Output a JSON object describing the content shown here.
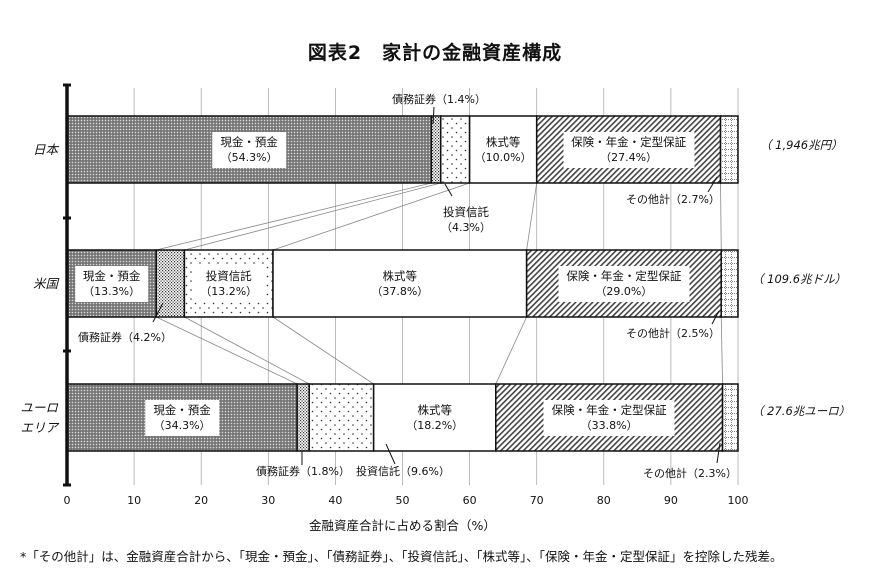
{
  "title": "図表2　家計の金融資産構成",
  "xlabel": "金融資産合計に占める割合（%）",
  "footnote": "*「その他計」は、金融資産合計から、「現金・預金」、「債務証券」、「投資信託」、「株式等」、「保険・年金・定型保証」を控除した残差。",
  "x_ticks": [
    "0",
    "10",
    "20",
    "30",
    "40",
    "50",
    "60",
    "70",
    "80",
    "90",
    "100"
  ],
  "rows": [
    {
      "category": "日本",
      "category_lines": [
        "日本"
      ],
      "total": "（ 1,946兆円）",
      "labels": {
        "cash": {
          "name": "現金・預金",
          "pct": "（54.3%）"
        },
        "bonds": {
          "name": "債務証券",
          "pct": "（1.4%）",
          "text": "債務証券（1.4%）"
        },
        "funds": {
          "name": "投資信託",
          "pct": "（4.3%）"
        },
        "equity": {
          "name": "株式等",
          "pct": "（10.0%）"
        },
        "insurance": {
          "name": "保険・年金・定型保証",
          "pct": "（27.4%）"
        },
        "other": {
          "text": "その他計（2.7%）"
        }
      }
    },
    {
      "category": "米国",
      "category_lines": [
        "米国"
      ],
      "total": "（ 109.6兆ドル）",
      "labels": {
        "cash": {
          "name": "現金・預金",
          "pct": "（13.3%）"
        },
        "bonds": {
          "text": "債務証券（4.2%）"
        },
        "funds": {
          "name": "投資信託",
          "pct": "（13.2%）"
        },
        "equity": {
          "name": "株式等",
          "pct": "（37.8%）"
        },
        "insurance": {
          "name": "保険・年金・定型保証",
          "pct": "（29.0%）"
        },
        "other": {
          "text": "その他計（2.5%）"
        }
      }
    },
    {
      "category": "ユーロエリア",
      "category_lines": [
        "ユーロ",
        "エリア"
      ],
      "total": "（ 27.6兆ユーロ）",
      "labels": {
        "cash": {
          "name": "現金・預金",
          "pct": "（34.3%）"
        },
        "bonds": {
          "text": "債務証券（1.8%）"
        },
        "funds": {
          "text": "投資信託（9.6%）"
        },
        "equity": {
          "name": "株式等",
          "pct": "（18.2%）"
        },
        "insurance": {
          "name": "保険・年金・定型保証",
          "pct": "（33.8%）"
        },
        "other": {
          "text": "その他計（2.3%）"
        }
      }
    }
  ],
  "colors": {
    "cash": "#7a7a7a",
    "line": "#111111",
    "grid": "#aaaaaa",
    "connector": "#888888"
  },
  "chart_data": {
    "type": "bar",
    "orientation": "horizontal",
    "stacked": true,
    "title": "図表2　家計の金融資産構成",
    "xlabel": "金融資産合計に占める割合（%）",
    "ylabel": "",
    "xlim": [
      0,
      100
    ],
    "grid": true,
    "categories": [
      "日本",
      "米国",
      "ユーロエリア"
    ],
    "totals": [
      "1,946兆円",
      "109.6兆ドル",
      "27.6兆ユーロ"
    ],
    "series": [
      {
        "name": "現金・預金",
        "values": [
          54.3,
          13.3,
          34.3
        ]
      },
      {
        "name": "債務証券",
        "values": [
          1.4,
          4.2,
          1.8
        ]
      },
      {
        "name": "投資信託",
        "values": [
          4.3,
          13.2,
          9.6
        ]
      },
      {
        "name": "株式等",
        "values": [
          10.0,
          37.8,
          18.2
        ]
      },
      {
        "name": "保険・年金・定型保証",
        "values": [
          27.4,
          29.0,
          33.8
        ]
      },
      {
        "name": "その他計",
        "values": [
          2.7,
          2.5,
          2.3
        ]
      }
    ],
    "footnote": "*「その他計」は、金融資産合計から、「現金・預金」、「債務証券」、「投資信託」、「株式等」、「保険・年金・定型保証」を控除した残差。"
  }
}
